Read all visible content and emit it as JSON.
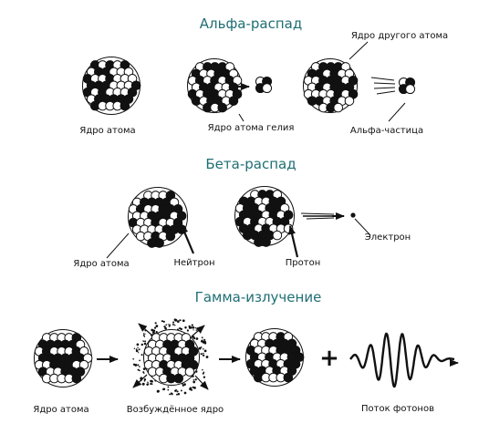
{
  "sections": {
    "alpha": {
      "title": "Альфа-распад",
      "labels": {
        "nucleus": "Ядро атома",
        "helium": "Ядро атома гелия",
        "other_nucleus": "Ядро другого атома",
        "alpha_particle": "Альфа-частица"
      }
    },
    "beta": {
      "title": "Бета-распад",
      "labels": {
        "nucleus": "Ядро атома",
        "neutron": "Нейтрон",
        "proton": "Протон",
        "electron": "Электрон"
      }
    },
    "gamma": {
      "title": "Гамма-излучение",
      "labels": {
        "nucleus": "Ядро атома",
        "excited": "Возбуждённое ядро",
        "photons": "Поток фотонов"
      },
      "plus_sign": "+"
    }
  },
  "colors": {
    "title": "#1f6f73",
    "ink": "#111111",
    "background": "#ffffff"
  }
}
